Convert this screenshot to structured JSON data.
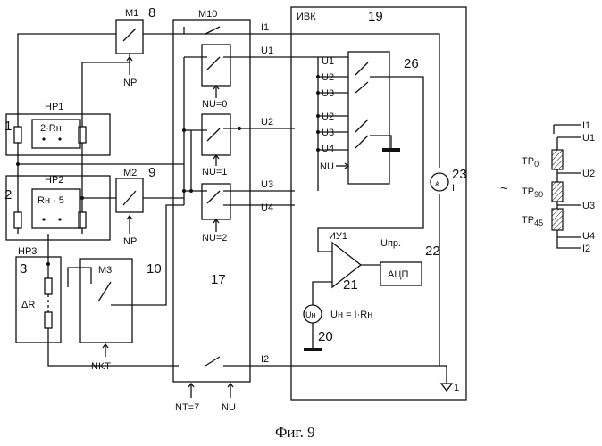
{
  "caption": "Фиг. 9",
  "blocks": {
    "m1": {
      "label": "M1",
      "num": "8",
      "ctrl": "NP"
    },
    "m2": {
      "label": "M2",
      "num": "9",
      "ctrl": "NP"
    },
    "m3": {
      "label": "M3",
      "num": "10",
      "ctrl": "NKT"
    },
    "m10": {
      "label": "M10",
      "num": "17",
      "ctrl1": "NT=7",
      "ctrl2": "NU"
    },
    "ivk": {
      "label": "ИВК",
      "num": "19"
    },
    "hp1": {
      "label": "HP1",
      "num": "1",
      "inner": "2·Rн"
    },
    "hp2": {
      "label": "HP2",
      "num": "2",
      "inner": "Rн · 5"
    },
    "hp3": {
      "label": "HP3",
      "num": "3",
      "inner": "ΔR"
    },
    "sw26": {
      "num": "26",
      "ctrl": "NU"
    },
    "amp": {
      "label": "ИУ1",
      "num": "21",
      "out": "Uпр."
    },
    "adc": {
      "label": "АЦП",
      "num": "22"
    },
    "cur": {
      "num": "23",
      "label": "I"
    },
    "src": {
      "label": "Uн",
      "num": "20",
      "eq": "Uн = I·Rн"
    }
  },
  "wires": {
    "i1": "I1",
    "i2": "I2",
    "u1": "U1",
    "u2": "U2",
    "u3": "U3",
    "u4": "U4"
  },
  "switch_labels": {
    "nu0": "NU=0",
    "nu1": "NU=1",
    "nu2": "NU=2"
  },
  "sw26_inputs": [
    "U1",
    "U2",
    "U3",
    "U2",
    "U3",
    "U4"
  ],
  "ground_label": "1",
  "tilde": "~",
  "legend": {
    "pins": [
      "I1",
      "U1",
      "U2",
      "U3",
      "U4",
      "I2"
    ],
    "resistors": [
      {
        "base": "TP",
        "sub": "0"
      },
      {
        "base": "TP",
        "sub": "90"
      },
      {
        "base": "TP",
        "sub": "45"
      }
    ]
  }
}
